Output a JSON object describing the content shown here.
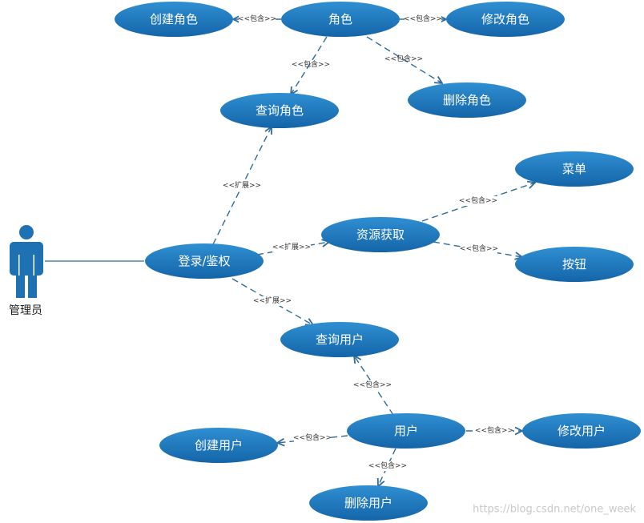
{
  "colors": {
    "node_top": "#2f8fd2",
    "node_bottom": "#1465a8",
    "edge": "#2f6b98",
    "actor": "#1e72b3"
  },
  "actor": {
    "label": "管理员",
    "icon": "stick-figure-icon"
  },
  "nodes": {
    "create_role": "创建角色",
    "role": "角色",
    "edit_role": "修改角色",
    "query_role": "查询角色",
    "delete_role": "删除角色",
    "menu": "菜单",
    "resource": "资源获取",
    "login": "登录/鉴权",
    "button": "按钮",
    "query_user": "查询用户",
    "user": "用户",
    "create_user": "创建用户",
    "edit_user": "修改用户",
    "delete_user": "删除用户"
  },
  "edges": {
    "role_create": "<<包含>>",
    "role_edit": "<<包含>>",
    "role_query": "<<包含>>",
    "role_delete": "<<包含>>",
    "login_query_role": "<<扩展>>",
    "login_resource": "<<扩展>>",
    "resource_menu": "<<包含>>",
    "resource_button": "<<包含>>",
    "login_query_user": "<<扩展>>",
    "user_query_user": "<<包含>>",
    "user_create_user": "<<包含>>",
    "user_edit_user": "<<包含>>",
    "user_delete_user": "<<包含>>"
  },
  "watermark": "https://blog.csdn.net/one_week"
}
